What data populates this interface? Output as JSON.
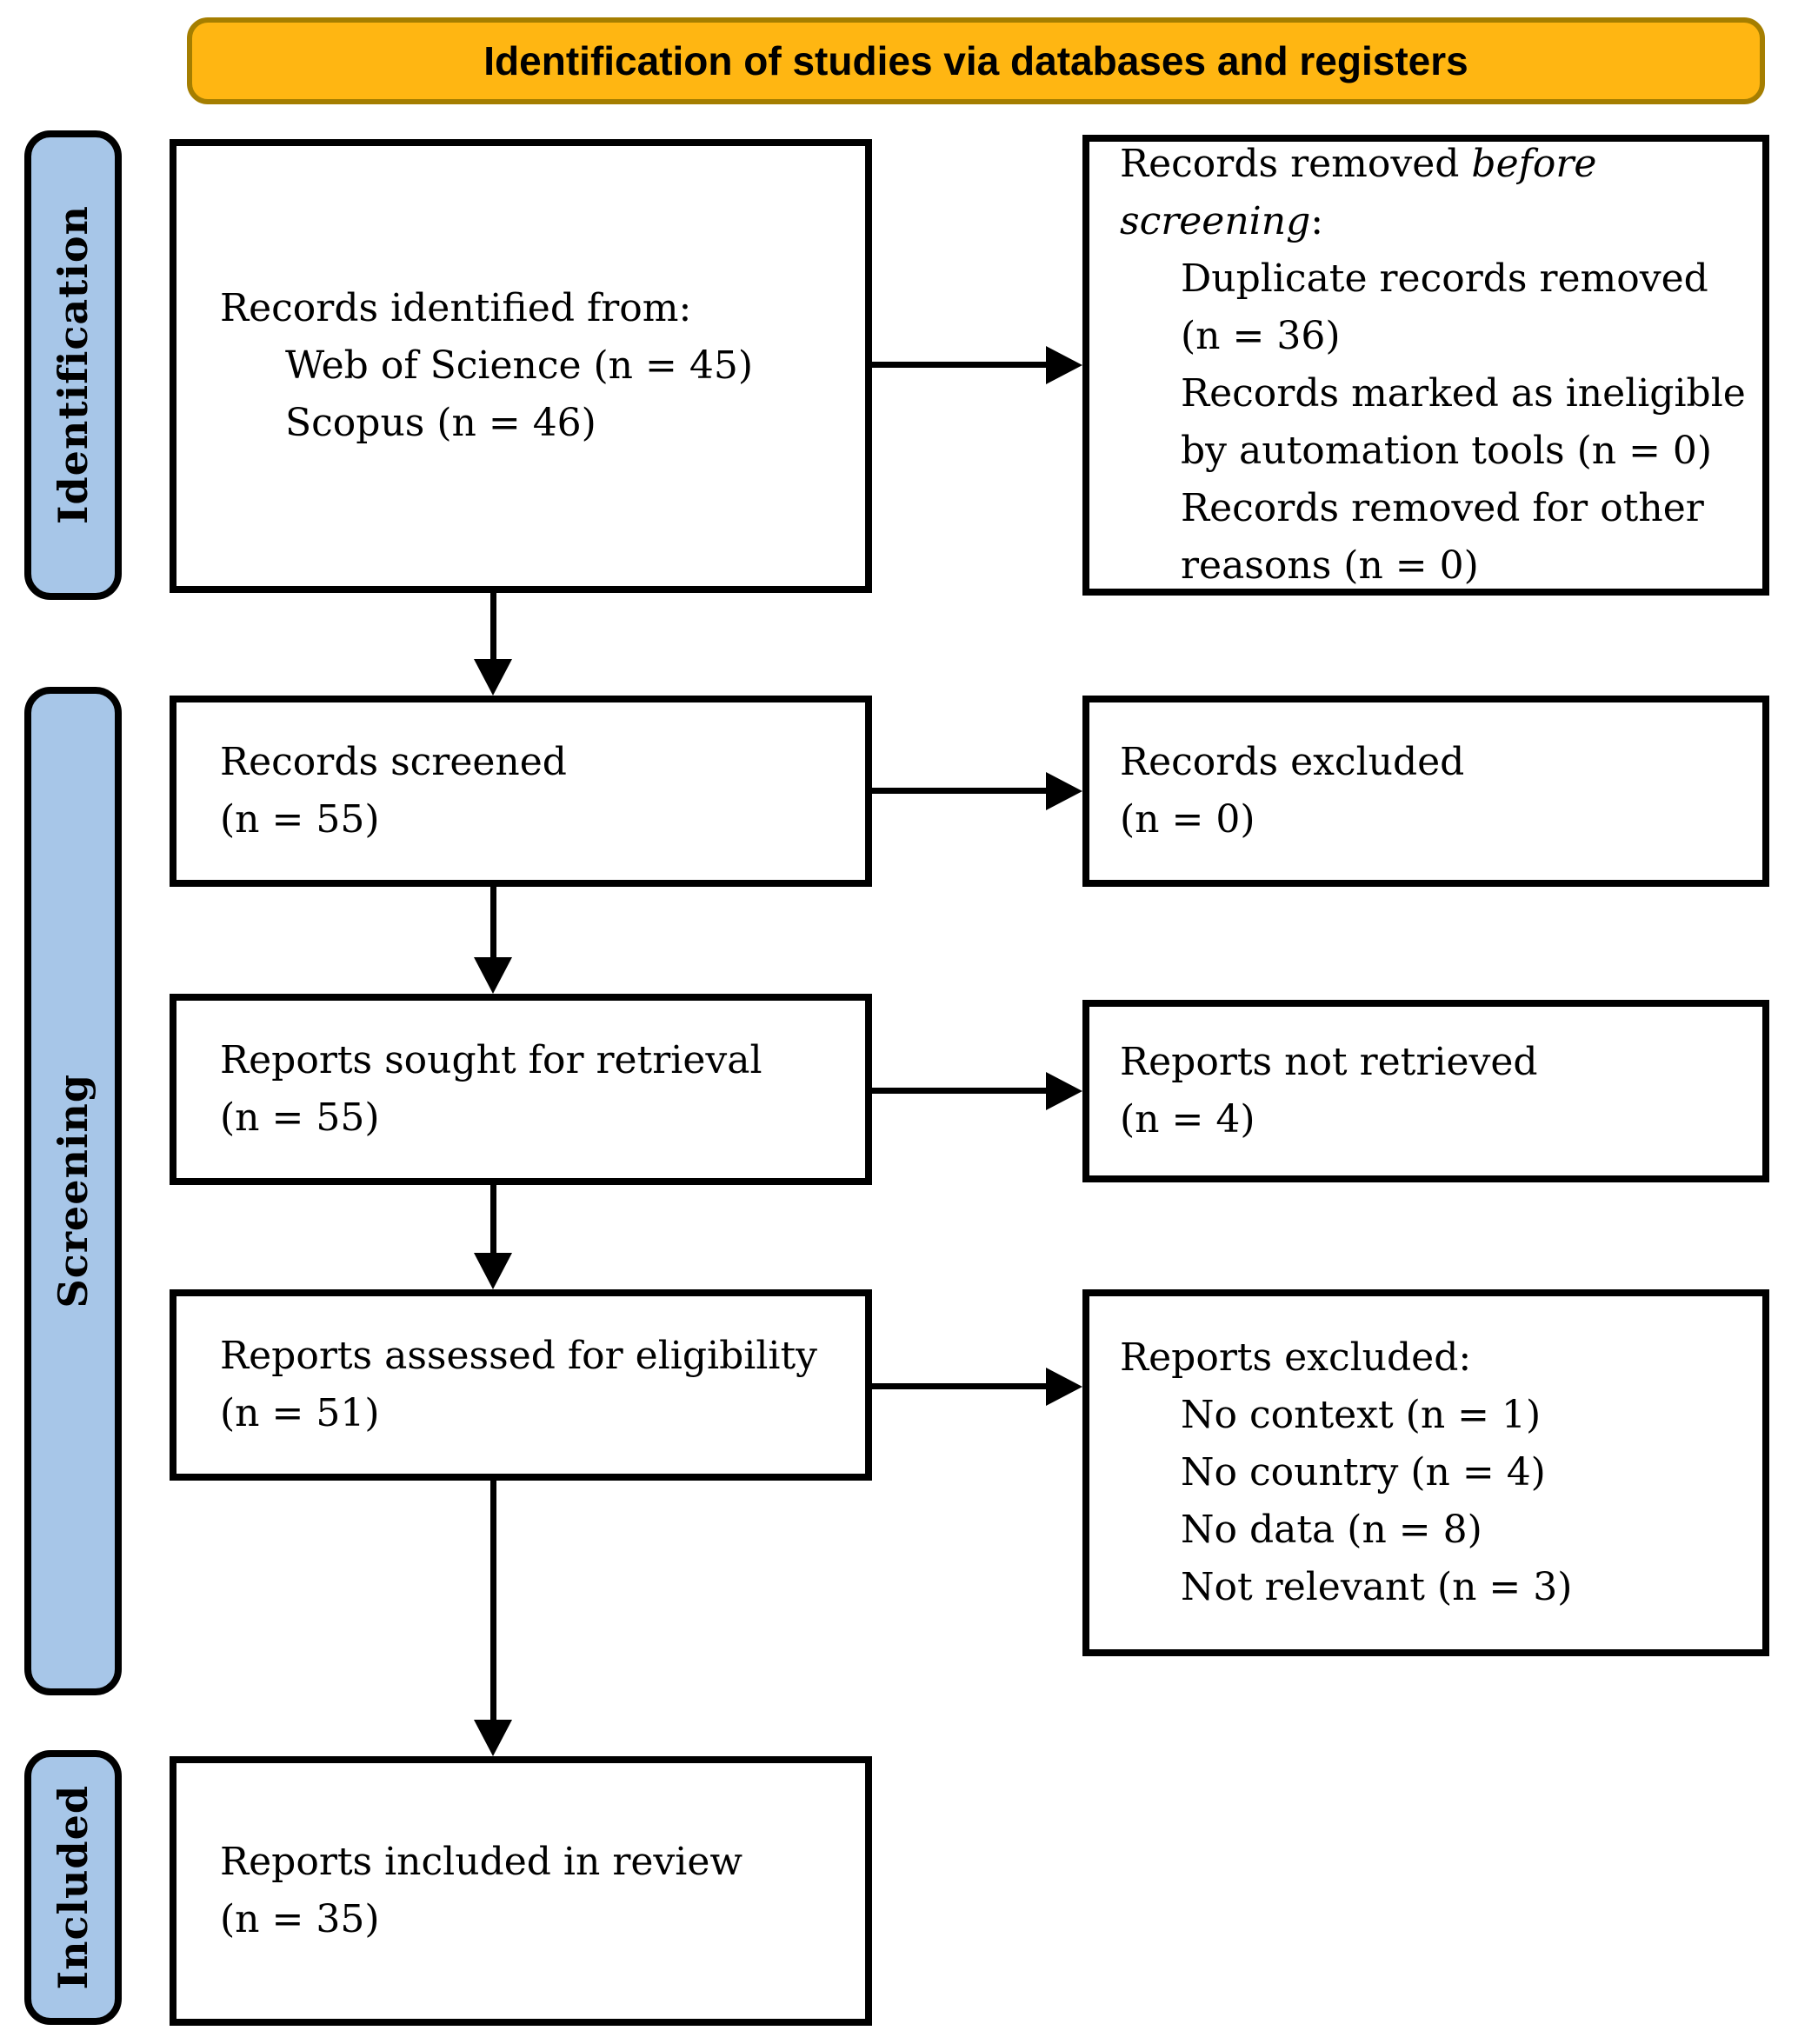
{
  "banner": {
    "title": "Identification of studies via databases and registers",
    "fill": "#FFB612",
    "border_color": "#A57E00"
  },
  "sidebar": {
    "fill": "#A7C6E8",
    "items": [
      {
        "label": "Identification"
      },
      {
        "label": "Screening"
      },
      {
        "label": "Included"
      }
    ]
  },
  "flow": {
    "records_identified": {
      "line1": "Records identified from:",
      "line2": "Web of Science (n = 45)",
      "line3": "Scopus (n = 46)"
    },
    "records_removed": {
      "title_prefix": "Records removed ",
      "title_italic": "before screening",
      "title_suffix": ":",
      "item1": "Duplicate records removed (n = 36)",
      "item2": "Records marked as ineligible by automation tools (n = 0)",
      "item3": "Records removed for other reasons (n = 0)"
    },
    "records_screened": {
      "line1": "Records screened",
      "line2": "(n = 55)"
    },
    "records_excluded": {
      "line1": "Records excluded",
      "line2": "(n = 0)"
    },
    "reports_sought": {
      "line1": "Reports sought for retrieval",
      "line2": "(n = 55)"
    },
    "reports_not_retrieved": {
      "line1": "Reports not retrieved",
      "line2": "(n = 4)"
    },
    "reports_assessed": {
      "line1": "Reports assessed for eligibility",
      "line2": "(n = 51)"
    },
    "reports_excluded": {
      "title": "Reports excluded:",
      "item1": "No context (n = 1)",
      "item2": "No country (n = 4)",
      "item3": "No data (n = 8)",
      "item4": "Not relevant (n = 3)"
    },
    "reports_included": {
      "line1": "Reports included in review",
      "line2": "(n = 35)"
    }
  },
  "colors": {
    "box_border": "#000000",
    "arrow": "#000000",
    "text": "#000000"
  }
}
